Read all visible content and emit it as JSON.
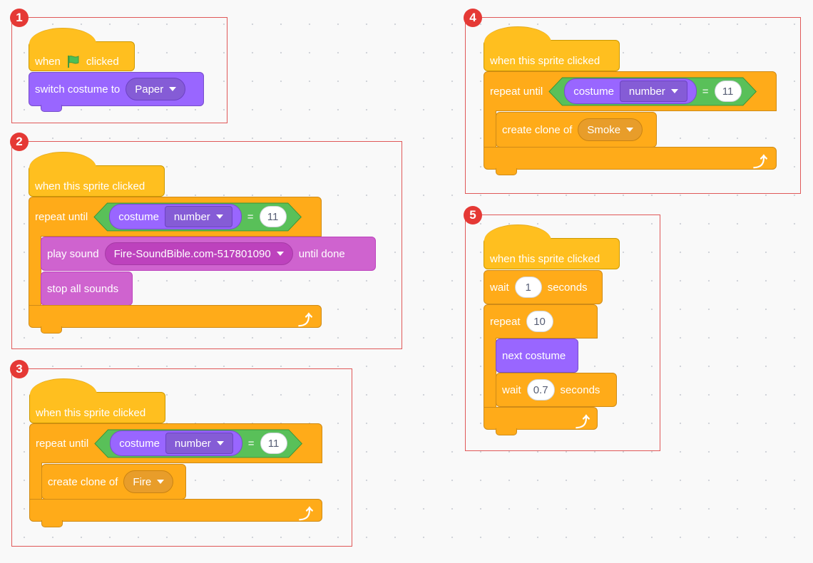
{
  "groups": {
    "g1": {
      "badge": "1",
      "hat_when": "when",
      "hat_clicked": "clicked",
      "switch_label": "switch costume to",
      "switch_value": "Paper"
    },
    "g2": {
      "badge": "2",
      "hat_label": "when this sprite clicked",
      "repeat_label": "repeat until",
      "reporter_label": "costume",
      "reporter_value": "number",
      "equals": "=",
      "compare_value": "11",
      "play_label": "play sound",
      "sound_value": "Fire-SoundBible.com-517801090",
      "until_done": "until done",
      "stop_label": "stop all sounds"
    },
    "g3": {
      "badge": "3",
      "hat_label": "when this sprite clicked",
      "repeat_label": "repeat until",
      "reporter_label": "costume",
      "reporter_value": "number",
      "equals": "=",
      "compare_value": "11",
      "clone_label": "create clone of",
      "clone_value": "Fire"
    },
    "g4": {
      "badge": "4",
      "hat_label": "when this sprite clicked",
      "repeat_label": "repeat until",
      "reporter_label": "costume",
      "reporter_value": "number",
      "equals": "=",
      "compare_value": "11",
      "clone_label": "create clone of",
      "clone_value": "Smoke"
    },
    "g5": {
      "badge": "5",
      "hat_label": "when this sprite clicked",
      "wait1_label": "wait",
      "wait1_value": "1",
      "wait1_unit": "seconds",
      "repeat_label": "repeat",
      "repeat_value": "10",
      "next_costume": "next costume",
      "wait2_label": "wait",
      "wait2_value": "0.7",
      "wait2_unit": "seconds"
    }
  },
  "colors": {
    "events": "#ffbf1f",
    "control": "#ffab19",
    "looks": "#9966ff",
    "sound": "#cf63cf",
    "operators": "#59c059",
    "badge": "#e53935",
    "group_border": "#e05858"
  },
  "icons": {
    "flag": "green-flag-icon",
    "loop_arrow": "loop-arrow-icon",
    "dropdown": "caret-down-icon"
  }
}
